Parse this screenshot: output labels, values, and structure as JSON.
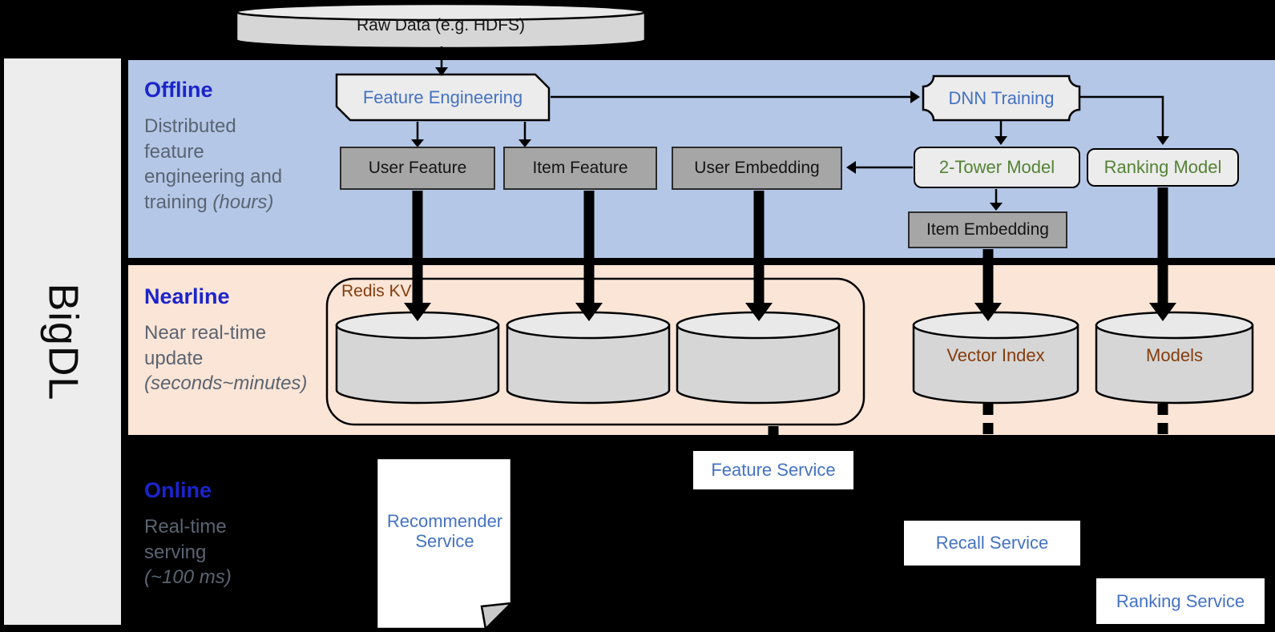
{
  "sidebar": {
    "brand": "BigDL"
  },
  "source": {
    "raw_data": "Raw Data (e.g. HDFS)"
  },
  "offline": {
    "title": "Offline",
    "desc": "Distributed feature engineering and training",
    "desc_note": "(hours)",
    "feature_engineering": "Feature Engineering",
    "dnn_training": "DNN Training",
    "user_feature": "User Feature",
    "item_feature": "Item Feature",
    "user_embedding": "User Embedding",
    "two_tower_model": "2-Tower Model",
    "ranking_model": "Ranking Model",
    "item_embedding": "Item Embedding"
  },
  "nearline": {
    "title": "Nearline",
    "desc": "Near real-time update",
    "desc_note": "(seconds~minutes)",
    "redis_kv": "Redis KV",
    "vector_index": "Vector Index",
    "models": "Models"
  },
  "online": {
    "title": "Online",
    "desc": "Real-time serving",
    "desc_note": "(~100 ms)",
    "recommender_service": "Recommender Service",
    "feature_service": "Feature Service",
    "recall_service": "Recall Service",
    "ranking_service": "Ranking Service"
  },
  "colors": {
    "offline_band": "#B4C7E7",
    "nearline_band": "#FBE5D6",
    "online_band": "#000000",
    "section_title_blue": "#1C24CC",
    "section_desc_gray": "#5A6472",
    "node_text_blue": "#4472C4",
    "node_text_green": "#548235",
    "node_text_brown": "#843C0C",
    "gray_box_fill": "#A6A6A6",
    "light_box_fill": "#ECECEC",
    "cylinder_fill": "#D6D6D6",
    "sidebar_bg": "#EDEDED",
    "service_box_bg": "#FFFFFF"
  }
}
